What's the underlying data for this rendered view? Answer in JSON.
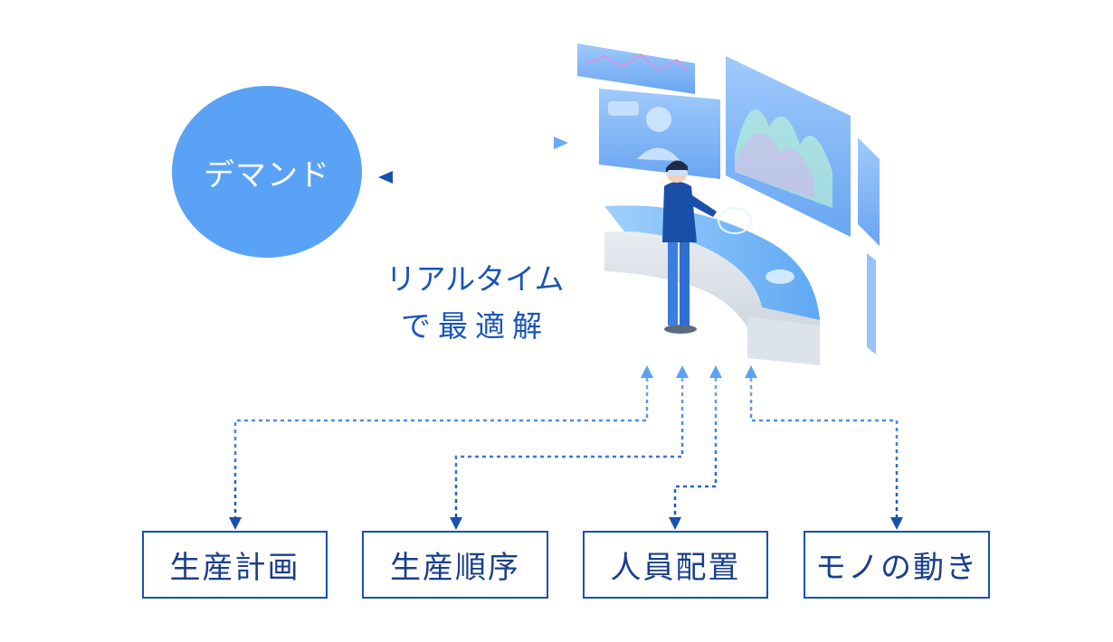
{
  "demand": {
    "label": "デマンド"
  },
  "realtime": {
    "line1": "リアルタイム",
    "line2": "で最適解"
  },
  "outputs": [
    {
      "label": "生産計画"
    },
    {
      "label": "生産順序"
    },
    {
      "label": "人員配置"
    },
    {
      "label": "モノの動き"
    }
  ],
  "colors": {
    "circle": "#5aa2f6",
    "arrow_dark": "#1551b0",
    "arrow_light": "#5aa2f6",
    "text_blue": "#1a55b8",
    "box_border": "#1551b0"
  }
}
